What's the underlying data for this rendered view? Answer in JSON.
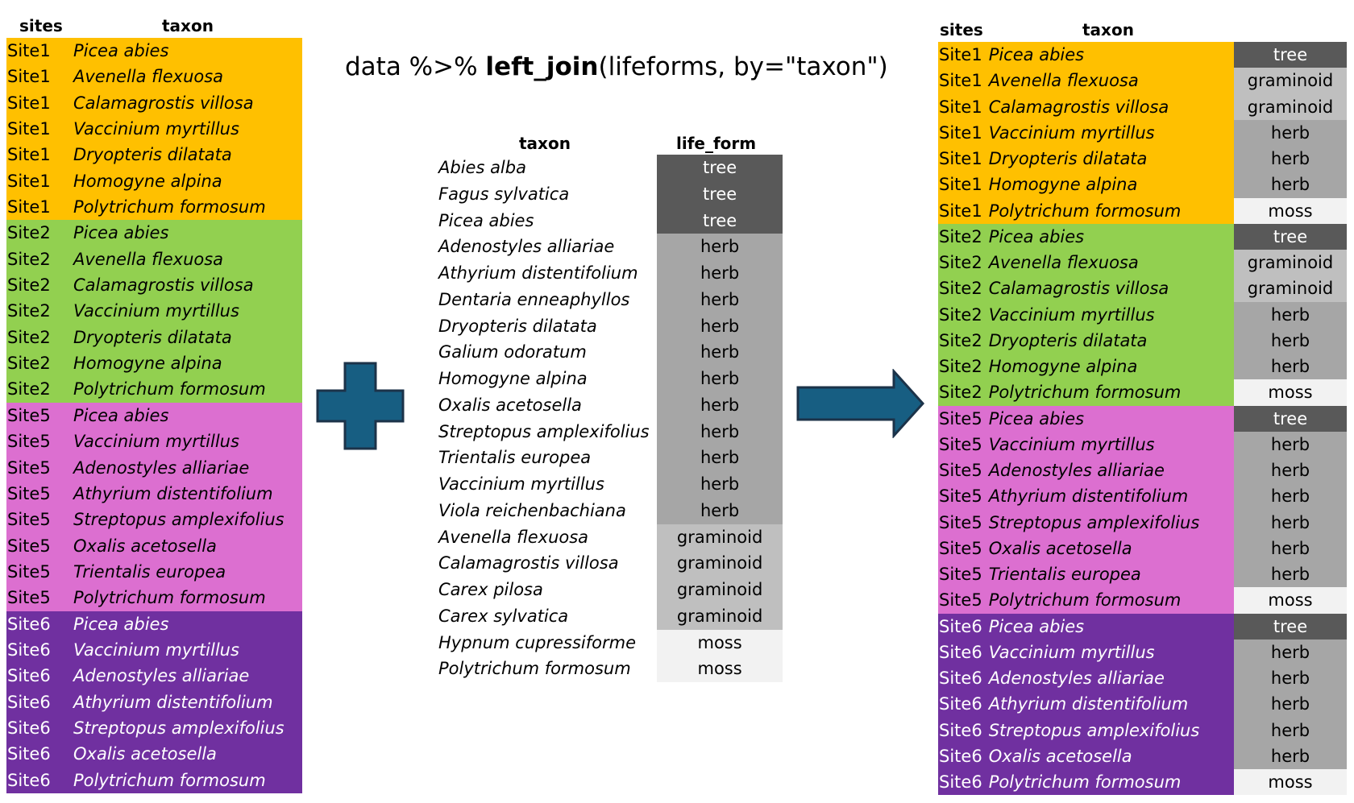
{
  "formula": {
    "prefix": "data %>% ",
    "func": "left_join",
    "suffix": "(lifeforms, by=\"taxon\")"
  },
  "left": {
    "headers": {
      "sites": "sites",
      "taxon": "taxon"
    },
    "rows": [
      {
        "site": "Site1",
        "taxon": "Picea abies"
      },
      {
        "site": "Site1",
        "taxon": "Avenella flexuosa"
      },
      {
        "site": "Site1",
        "taxon": "Calamagrostis villosa"
      },
      {
        "site": "Site1",
        "taxon": "Vaccinium myrtillus"
      },
      {
        "site": "Site1",
        "taxon": "Dryopteris dilatata"
      },
      {
        "site": "Site1",
        "taxon": "Homogyne alpina"
      },
      {
        "site": "Site1",
        "taxon": "Polytrichum formosum"
      },
      {
        "site": "Site2",
        "taxon": "Picea abies"
      },
      {
        "site": "Site2",
        "taxon": "Avenella flexuosa"
      },
      {
        "site": "Site2",
        "taxon": "Calamagrostis villosa"
      },
      {
        "site": "Site2",
        "taxon": "Vaccinium myrtillus"
      },
      {
        "site": "Site2",
        "taxon": "Dryopteris dilatata"
      },
      {
        "site": "Site2",
        "taxon": "Homogyne alpina"
      },
      {
        "site": "Site2",
        "taxon": "Polytrichum formosum"
      },
      {
        "site": "Site5",
        "taxon": "Picea abies"
      },
      {
        "site": "Site5",
        "taxon": "Vaccinium myrtillus"
      },
      {
        "site": "Site5",
        "taxon": "Adenostyles alliariae"
      },
      {
        "site": "Site5",
        "taxon": "Athyrium distentifolium"
      },
      {
        "site": "Site5",
        "taxon": "Streptopus amplexifolius"
      },
      {
        "site": "Site5",
        "taxon": "Oxalis acetosella"
      },
      {
        "site": "Site5",
        "taxon": "Trientalis europea"
      },
      {
        "site": "Site5",
        "taxon": "Polytrichum formosum"
      },
      {
        "site": "Site6",
        "taxon": "Picea abies"
      },
      {
        "site": "Site6",
        "taxon": "Vaccinium myrtillus"
      },
      {
        "site": "Site6",
        "taxon": "Adenostyles alliariae"
      },
      {
        "site": "Site6",
        "taxon": "Athyrium distentifolium"
      },
      {
        "site": "Site6",
        "taxon": "Streptopus amplexifolius"
      },
      {
        "site": "Site6",
        "taxon": "Oxalis acetosella"
      },
      {
        "site": "Site6",
        "taxon": "Polytrichum formosum"
      }
    ]
  },
  "middle": {
    "headers": {
      "taxon": "taxon",
      "life_form": "life_form"
    },
    "rows": [
      {
        "taxon": "Abies alba",
        "life_form": "tree"
      },
      {
        "taxon": "Fagus sylvatica",
        "life_form": "tree"
      },
      {
        "taxon": "Picea abies",
        "life_form": "tree"
      },
      {
        "taxon": "Adenostyles alliariae",
        "life_form": "herb"
      },
      {
        "taxon": "Athyrium distentifolium",
        "life_form": "herb"
      },
      {
        "taxon": "Dentaria enneaphyllos",
        "life_form": "herb"
      },
      {
        "taxon": "Dryopteris dilatata",
        "life_form": "herb"
      },
      {
        "taxon": "Galium odoratum",
        "life_form": "herb"
      },
      {
        "taxon": "Homogyne alpina",
        "life_form": "herb"
      },
      {
        "taxon": "Oxalis acetosella",
        "life_form": "herb"
      },
      {
        "taxon": "Streptopus amplexifolius",
        "life_form": "herb"
      },
      {
        "taxon": "Trientalis europea",
        "life_form": "herb"
      },
      {
        "taxon": "Vaccinium myrtillus",
        "life_form": "herb"
      },
      {
        "taxon": "Viola reichenbachiana",
        "life_form": "herb"
      },
      {
        "taxon": "Avenella flexuosa",
        "life_form": "graminoid"
      },
      {
        "taxon": "Calamagrostis villosa",
        "life_form": "graminoid"
      },
      {
        "taxon": "Carex pilosa",
        "life_form": "graminoid"
      },
      {
        "taxon": "Carex sylvatica",
        "life_form": "graminoid"
      },
      {
        "taxon": "Hypnum cupressiforme",
        "life_form": "moss"
      },
      {
        "taxon": "Polytrichum formosum",
        "life_form": "moss"
      }
    ]
  },
  "right": {
    "headers": {
      "sites": "sites",
      "taxon": "taxon"
    },
    "rows": [
      {
        "site": "Site1",
        "taxon": "Picea abies",
        "life_form": "tree"
      },
      {
        "site": "Site1",
        "taxon": "Avenella flexuosa",
        "life_form": "graminoid"
      },
      {
        "site": "Site1",
        "taxon": "Calamagrostis villosa",
        "life_form": "graminoid"
      },
      {
        "site": "Site1",
        "taxon": "Vaccinium myrtillus",
        "life_form": "herb"
      },
      {
        "site": "Site1",
        "taxon": "Dryopteris dilatata",
        "life_form": "herb"
      },
      {
        "site": "Site1",
        "taxon": "Homogyne alpina",
        "life_form": "herb"
      },
      {
        "site": "Site1",
        "taxon": "Polytrichum formosum",
        "life_form": "moss"
      },
      {
        "site": "Site2",
        "taxon": "Picea abies",
        "life_form": "tree"
      },
      {
        "site": "Site2",
        "taxon": "Avenella flexuosa",
        "life_form": "graminoid"
      },
      {
        "site": "Site2",
        "taxon": "Calamagrostis villosa",
        "life_form": "graminoid"
      },
      {
        "site": "Site2",
        "taxon": "Vaccinium myrtillus",
        "life_form": "herb"
      },
      {
        "site": "Site2",
        "taxon": "Dryopteris dilatata",
        "life_form": "herb"
      },
      {
        "site": "Site2",
        "taxon": "Homogyne alpina",
        "life_form": "herb"
      },
      {
        "site": "Site2",
        "taxon": "Polytrichum formosum",
        "life_form": "moss"
      },
      {
        "site": "Site5",
        "taxon": "Picea abies",
        "life_form": "tree"
      },
      {
        "site": "Site5",
        "taxon": "Vaccinium myrtillus",
        "life_form": "herb"
      },
      {
        "site": "Site5",
        "taxon": "Adenostyles alliariae",
        "life_form": "herb"
      },
      {
        "site": "Site5",
        "taxon": "Athyrium distentifolium",
        "life_form": "herb"
      },
      {
        "site": "Site5",
        "taxon": "Streptopus amplexifolius",
        "life_form": "herb"
      },
      {
        "site": "Site5",
        "taxon": "Oxalis acetosella",
        "life_form": "herb"
      },
      {
        "site": "Site5",
        "taxon": "Trientalis europea",
        "life_form": "herb"
      },
      {
        "site": "Site5",
        "taxon": "Polytrichum formosum",
        "life_form": "moss"
      },
      {
        "site": "Site6",
        "taxon": "Picea abies",
        "life_form": "tree"
      },
      {
        "site": "Site6",
        "taxon": "Vaccinium myrtillus",
        "life_form": "herb"
      },
      {
        "site": "Site6",
        "taxon": "Adenostyles alliariae",
        "life_form": "herb"
      },
      {
        "site": "Site6",
        "taxon": "Athyrium distentifolium",
        "life_form": "herb"
      },
      {
        "site": "Site6",
        "taxon": "Streptopus amplexifolius",
        "life_form": "herb"
      },
      {
        "site": "Site6",
        "taxon": "Oxalis acetosella",
        "life_form": "herb"
      },
      {
        "site": "Site6",
        "taxon": "Polytrichum formosum",
        "life_form": "moss"
      }
    ]
  },
  "colors": {
    "sites": {
      "Site1": "#ffc000",
      "Site2": "#92d050",
      "Site5": "#dc6fd0",
      "Site6": "#7030a0"
    },
    "life_forms": {
      "tree": "#595959",
      "herb": "#a6a6a6",
      "graminoid": "#bfbfbf",
      "moss": "#f2f2f2"
    },
    "icons": "#175e82"
  },
  "icons": {
    "plus": "plus-icon",
    "arrow": "arrow-right-icon"
  }
}
